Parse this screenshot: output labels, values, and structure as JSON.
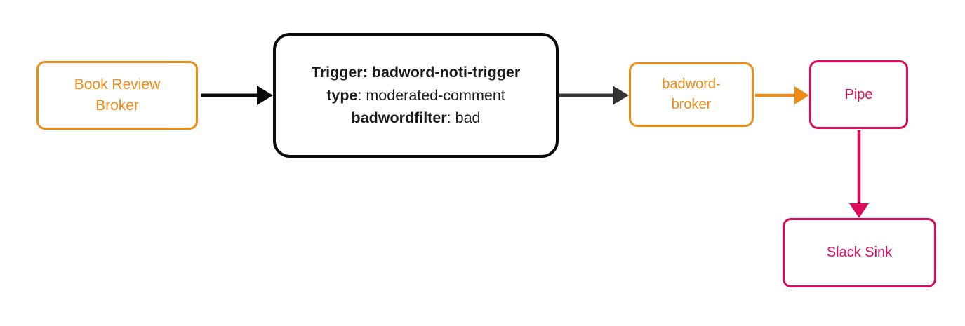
{
  "diagram": {
    "type": "flow-diagram",
    "background": "#ffffff",
    "colors": {
      "orange": "#ED8B18",
      "crimson": "#DB0A5B",
      "black": "#0a0a0a",
      "dark_gray": "#333333"
    },
    "nodes": {
      "book_review_broker": {
        "label": "Book Review\nBroker"
      },
      "trigger": {
        "line1_key": "Trigger: badword-noti-trigger",
        "line2_key": "type",
        "line2_sep": ": ",
        "line2_value": "moderated-comment",
        "line3_key": "badwordfilter",
        "line3_sep": ": ",
        "line3_value": "bad"
      },
      "badword_broker": {
        "label": "badword-\nbroker"
      },
      "pipe": {
        "label": "Pipe"
      },
      "slack_sink": {
        "label": "Slack Sink"
      }
    },
    "edges": [
      {
        "name": "book-review-broker-to-trigger",
        "from": "book_review_broker",
        "to": "trigger",
        "color": "#0a0a0a",
        "direction": "right"
      },
      {
        "name": "trigger-to-badword-broker",
        "from": "trigger",
        "to": "badword_broker",
        "color": "#333333",
        "direction": "right"
      },
      {
        "name": "badword-broker-to-pipe",
        "from": "badword_broker",
        "to": "pipe",
        "color": "#ED8B18",
        "direction": "right"
      },
      {
        "name": "pipe-to-slack-sink",
        "from": "pipe",
        "to": "slack_sink",
        "color": "#DB0A5B",
        "direction": "down"
      }
    ]
  }
}
